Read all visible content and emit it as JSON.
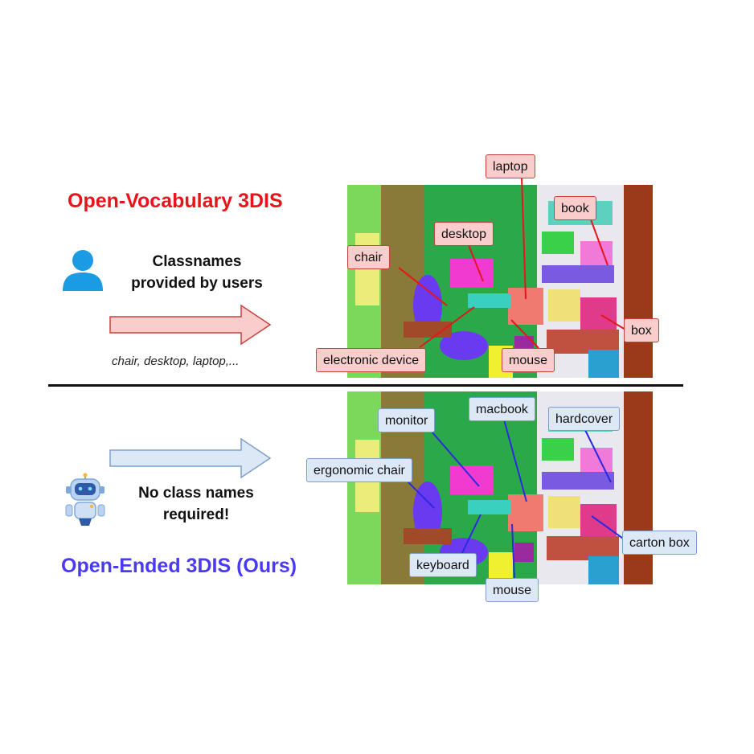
{
  "top": {
    "title": "Open-Vocabulary 3DIS",
    "caption_line1": "Classnames",
    "caption_line2": "provided by users",
    "examples": "chair, desktop, laptop,...",
    "labels": {
      "laptop": "laptop",
      "book": "book",
      "desktop": "desktop",
      "chair": "chair",
      "box": "box",
      "electronic_device": "electronic device",
      "mouse": "mouse"
    }
  },
  "bottom": {
    "title": "Open-Ended 3DIS (Ours)",
    "caption_line1": "No class names",
    "caption_line2": "required!",
    "labels": {
      "monitor": "monitor",
      "macbook": "macbook",
      "hardcover": "hardcover",
      "ergonomic_chair": "ergonomic chair",
      "carton_box": "carton box",
      "keyboard": "keyboard",
      "mouse": "mouse"
    }
  },
  "colors": {
    "open_vocab": "#e8141c",
    "open_ended": "#4a3bf0",
    "red_tag_fill": "#f8cdcc",
    "blue_tag_fill": "#dde8f7"
  },
  "icons": [
    "user-icon",
    "robot-icon"
  ]
}
